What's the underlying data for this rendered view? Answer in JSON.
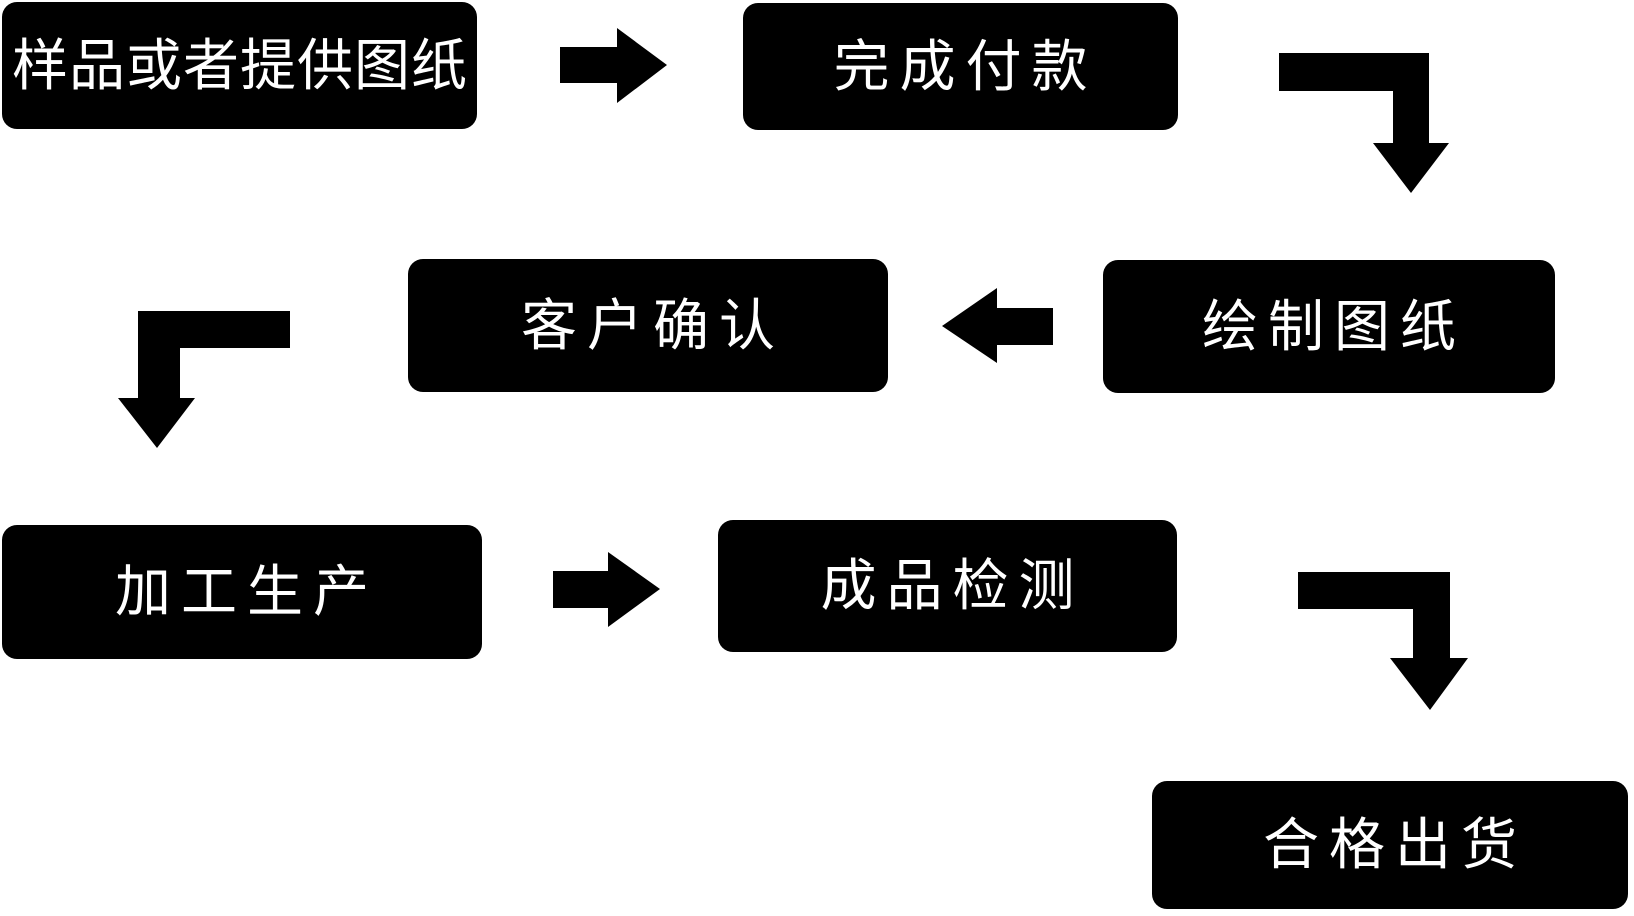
{
  "diagram": {
    "type": "flowchart",
    "background_color": "#ffffff",
    "node_fill_color": "#000000",
    "node_text_color": "#ffffff",
    "connector_color": "#000000",
    "nodes": [
      {
        "id": "sample",
        "label": "样品或者提供图纸"
      },
      {
        "id": "payment",
        "label": "完成付款"
      },
      {
        "id": "draw",
        "label": "绘制图纸"
      },
      {
        "id": "confirm",
        "label": "客户确认"
      },
      {
        "id": "production",
        "label": "加工生产"
      },
      {
        "id": "inspection",
        "label": "成品检测"
      },
      {
        "id": "shipment",
        "label": "合格出货"
      }
    ],
    "flow_order": [
      "样品或者提供图纸",
      "完成付款",
      "绘制图纸",
      "客户确认",
      "加工生产",
      "成品检测",
      "合格出货"
    ],
    "connectors": [
      {
        "from": "样品或者提供图纸",
        "to": "完成付款",
        "shape": "straight",
        "direction": "right"
      },
      {
        "from": "完成付款",
        "to": "绘制图纸",
        "shape": "elbow",
        "direction": "right-then-down"
      },
      {
        "from": "绘制图纸",
        "to": "客户确认",
        "shape": "straight",
        "direction": "left"
      },
      {
        "from": "客户确认",
        "to": "加工生产",
        "shape": "elbow",
        "direction": "left-then-down"
      },
      {
        "from": "加工生产",
        "to": "成品检测",
        "shape": "straight",
        "direction": "right"
      },
      {
        "from": "成品检测",
        "to": "合格出货",
        "shape": "elbow",
        "direction": "right-then-down"
      }
    ]
  }
}
